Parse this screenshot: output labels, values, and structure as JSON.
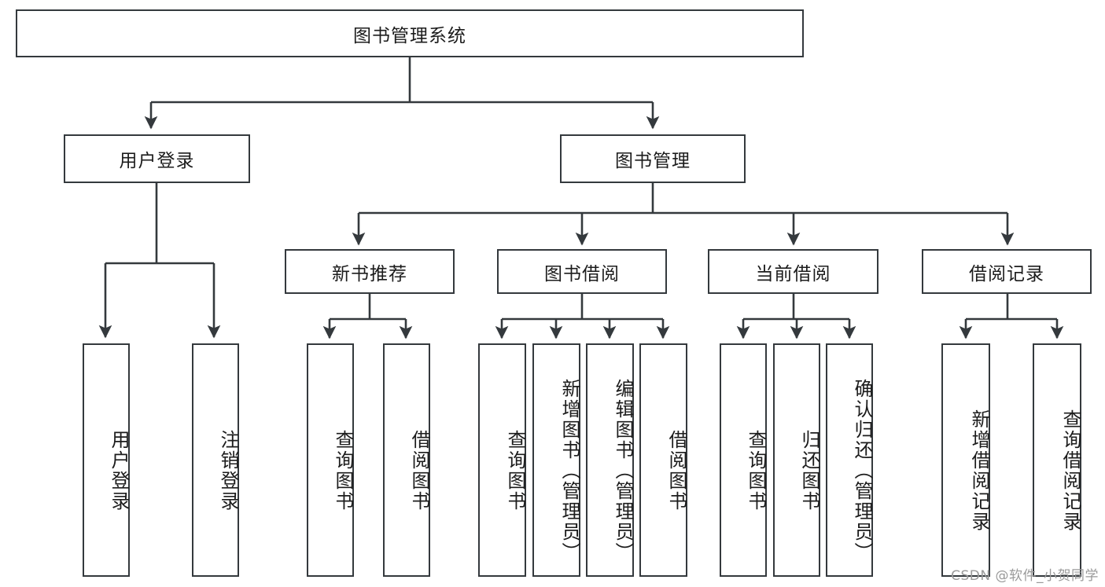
{
  "diagram": {
    "title_node": {
      "label": "图书管理系统"
    },
    "level2": [
      {
        "id": "user-login",
        "label": "用户登录"
      },
      {
        "id": "book-management",
        "label": "图书管理"
      }
    ],
    "level3": [
      {
        "id": "new-book-recommend",
        "label": "新书推荐"
      },
      {
        "id": "book-borrow",
        "label": "图书借阅"
      },
      {
        "id": "current-borrow",
        "label": "当前借阅"
      },
      {
        "id": "borrow-record",
        "label": "借阅记录"
      }
    ],
    "leaves": {
      "user_login": [
        {
          "id": "leaf-user-login",
          "label": "用户登录"
        },
        {
          "id": "leaf-logout-login",
          "label": "注销登录"
        }
      ],
      "new_book_recommend": [
        {
          "id": "leaf-query-book-1",
          "label": "查询图书"
        },
        {
          "id": "leaf-borrow-book-1",
          "label": "借阅图书"
        }
      ],
      "book_borrow": [
        {
          "id": "leaf-query-book-2",
          "label": "查询图书"
        },
        {
          "id": "leaf-add-book",
          "label": "新增图书（管理员）"
        },
        {
          "id": "leaf-edit-book",
          "label": "编辑图书（管理员）"
        },
        {
          "id": "leaf-borrow-book-2",
          "label": "借阅图书"
        }
      ],
      "current_borrow": [
        {
          "id": "leaf-query-book-3",
          "label": "查询图书"
        },
        {
          "id": "leaf-return-book",
          "label": "归还图书"
        },
        {
          "id": "leaf-confirm-return",
          "label": "确认归还（管理员）"
        }
      ],
      "borrow_record": [
        {
          "id": "leaf-add-borrow-record",
          "label": "新增借阅记录"
        },
        {
          "id": "leaf-query-borrow-record",
          "label": "查询借阅记录"
        }
      ]
    }
  },
  "watermark": {
    "text": "CSDN @软件_小贺同学"
  },
  "colors": {
    "stroke": "#34393d",
    "background": "#ffffff",
    "text": "#1c1c1c",
    "watermark": "#9a9a9a"
  }
}
